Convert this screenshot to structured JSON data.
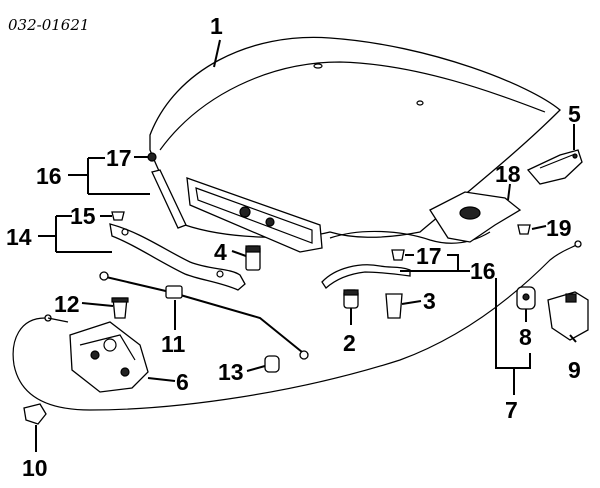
{
  "diagram": {
    "ref_code": "032-01621",
    "callouts": {
      "c1": "1",
      "c2": "2",
      "c3": "3",
      "c4": "4",
      "c5": "5",
      "c6": "6",
      "c7": "7",
      "c8": "8",
      "c9": "9",
      "c10": "10",
      "c11": "11",
      "c12": "12",
      "c13": "13",
      "c14": "14",
      "c15": "15",
      "c16a": "16",
      "c16b": "16",
      "c17a": "17",
      "c17b": "17",
      "c18": "18",
      "c19": "19"
    }
  }
}
